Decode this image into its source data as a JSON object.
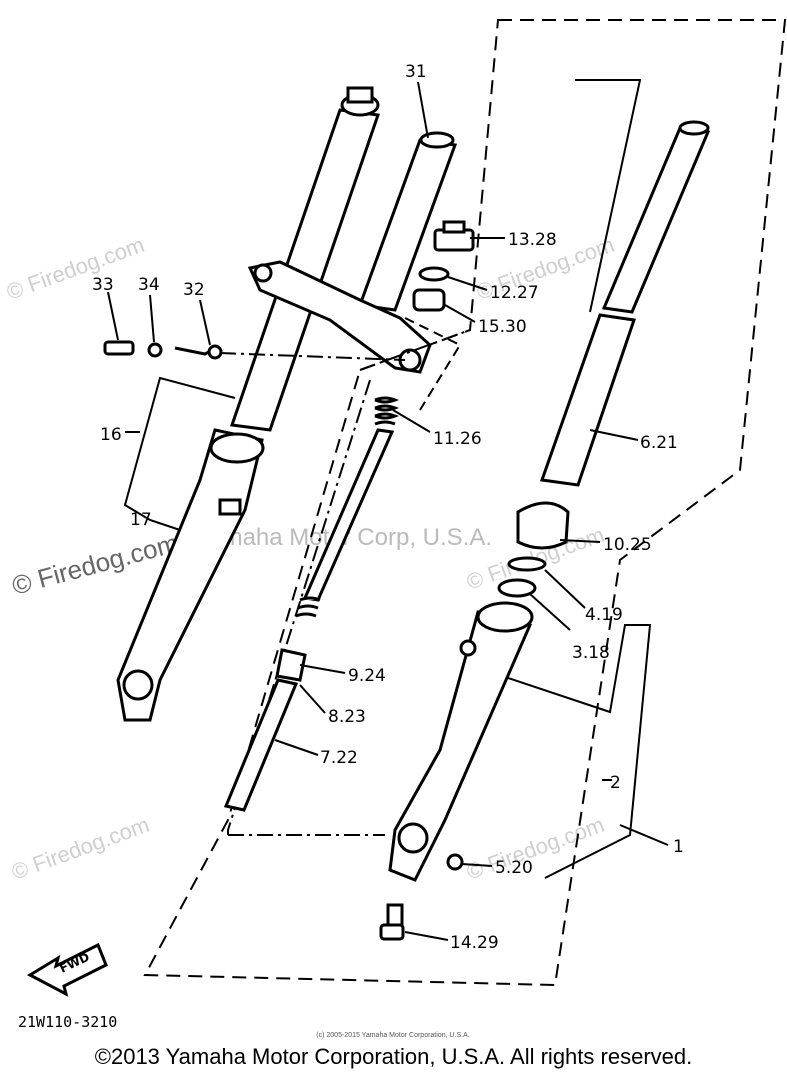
{
  "diagram": {
    "callouts": [
      "31",
      "13.28",
      "12.27",
      "15.30",
      "33",
      "34",
      "32",
      "11.26",
      "6.21",
      "16",
      "17",
      "10.25",
      "4.19",
      "3.18",
      "9.24",
      "8.23",
      "7.22",
      "2",
      "1",
      "5.20",
      "14.29"
    ],
    "fwd_label": "FWD",
    "drawing_code": "21W110-3210",
    "tiny_notice": "(c) 2005-2015 Yamaha Motor Corporation, U.S.A."
  },
  "watermarks": {
    "firedog": "© Firedog.com",
    "yamaha": "Yamaha Motor Corp, U.S.A."
  },
  "footer": {
    "copyright": "©2013 Yamaha Motor Corporation, U.S.A. All rights reserved."
  }
}
